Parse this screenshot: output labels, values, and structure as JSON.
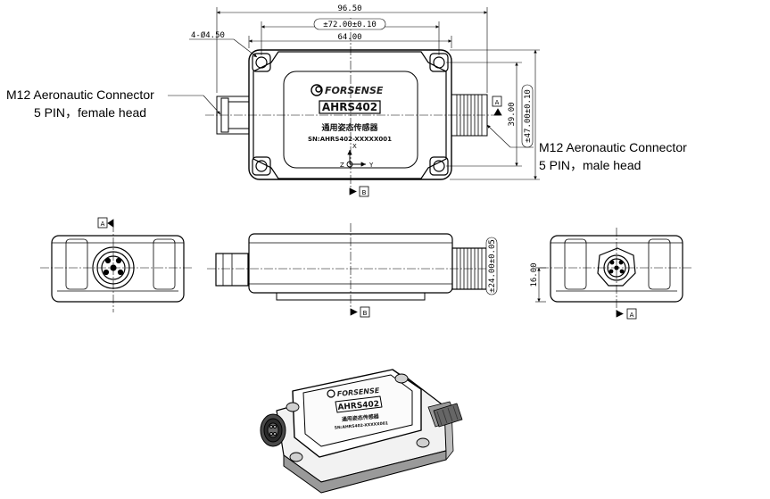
{
  "dimensions": {
    "overall_length": "96.50",
    "hole_spacing_length": "±72.00±0.10",
    "body_length": "64.00",
    "hole_diameter": "4-Ø4.50",
    "body_height": "39.00",
    "hole_spacing_height": "±47.00±0.10",
    "connector_center": "±24.00±0.05",
    "connector_offset": "16.00"
  },
  "callouts": {
    "female_line1": "M12 Aeronautic Connector",
    "female_line2": "5 PIN，female head",
    "male_line1": "M12 Aeronautic Connector",
    "male_line2": "5 PIN，male head"
  },
  "label": {
    "brand": "FORSENSE",
    "model": "AHRS402",
    "chinese_title": "通用姿态传感器",
    "serial": "SN:AHRS402-XXXXX001",
    "axis_x": "X",
    "axis_y": "Y",
    "axis_z": "Z"
  },
  "datum_tags": {
    "a": "A",
    "b": "B"
  },
  "icons": [
    "forsense-logo-icon",
    "axis-triad-icon",
    "connector-icon",
    "mounting-hole-icon"
  ]
}
